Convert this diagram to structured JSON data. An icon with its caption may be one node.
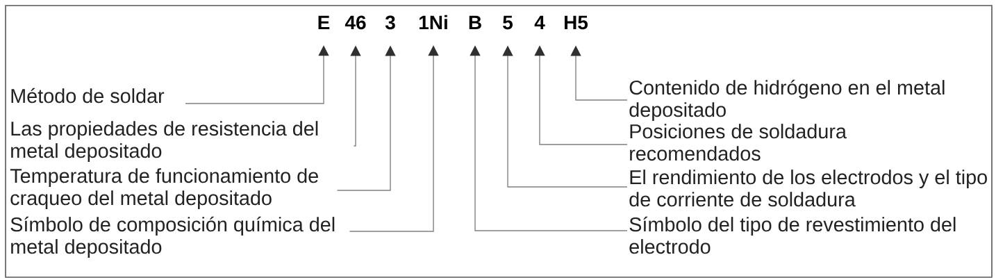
{
  "diagram": {
    "nodes": [
      {
        "text": [
          "E"
        ]
      },
      {
        "text": [
          "46"
        ]
      },
      {
        "text": [
          "3"
        ]
      },
      {
        "text": [
          "1Ni"
        ]
      },
      {
        "text": [
          "B"
        ]
      },
      {
        "text": [
          "5"
        ]
      },
      {
        "text": [
          "4"
        ]
      },
      {
        "text": [
          "H5"
        ]
      },
      {
        "text": [
          "Método de soldar"
        ]
      },
      {
        "text": [
          "Contenido de hidrógeno en el metal depositado"
        ]
      },
      {
        "text": [
          "Las propiedades de resistencia del metal depositado"
        ]
      },
      {
        "text": [
          "Posiciones de soldadura recomendados"
        ]
      },
      {
        "text": [
          "Temperatura de funcionamiento de craqueo del metal depositado"
        ]
      },
      {
        "text": [
          "El rendimiento de los electrodos y el tipo de corriente de soldadura"
        ]
      },
      {
        "text": [
          "Símbolo de composición química del metal depositado"
        ]
      },
      {
        "text": [
          "Símbolo del tipo de revestimiento del electrodo"
        ]
      }
    ],
    "edges": [
      {
        "from": 8,
        "to": 0,
        "arrow": "to"
      },
      {
        "from": 10,
        "to": 1,
        "arrow": "to"
      },
      {
        "from": 12,
        "to": 2,
        "arrow": "to"
      },
      {
        "from": 14,
        "to": 3,
        "arrow": "to"
      },
      {
        "from": 15,
        "to": 4,
        "arrow": "to"
      },
      {
        "from": 13,
        "to": 5,
        "arrow": "to"
      },
      {
        "from": 11,
        "to": 6,
        "arrow": "to"
      },
      {
        "from": 9,
        "to": 7,
        "arrow": "to"
      }
    ]
  }
}
